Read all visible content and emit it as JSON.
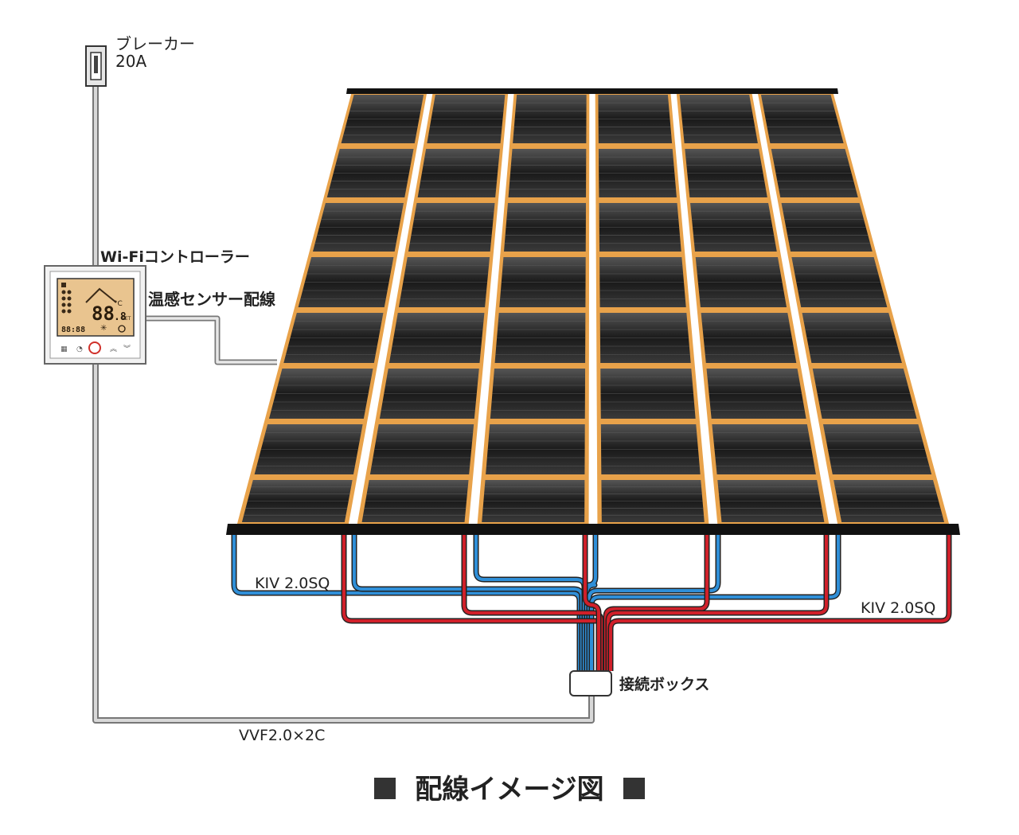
{
  "diagram": {
    "title": "配線イメージ図",
    "breaker": {
      "name": "ブレーカー",
      "rating": "20A"
    },
    "controller": {
      "name": "Wi-Fiコントローラー",
      "display": {
        "main": "88",
        "decimal": ".8",
        "unit": "°C",
        "set_label": "SET",
        "clock": "88:88"
      }
    },
    "sensor_wire_label": "温感センサー配線",
    "cable_left": "KIV 2.0SQ",
    "cable_right": "KIV 2.0SQ",
    "junction_box": "接続ボックス",
    "supply_cable": "VVF2.0×2C",
    "heater_columns": 6,
    "heater_stripes_per_column": 7,
    "colors": {
      "wire_blue": "#2f8fd8",
      "wire_red": "#d0202a",
      "film_copper": "#e8a24a",
      "film_dark": "#1e1e1e",
      "lcd_amber": "#e9c48f",
      "cable_gray": "#9a9a9a"
    }
  }
}
